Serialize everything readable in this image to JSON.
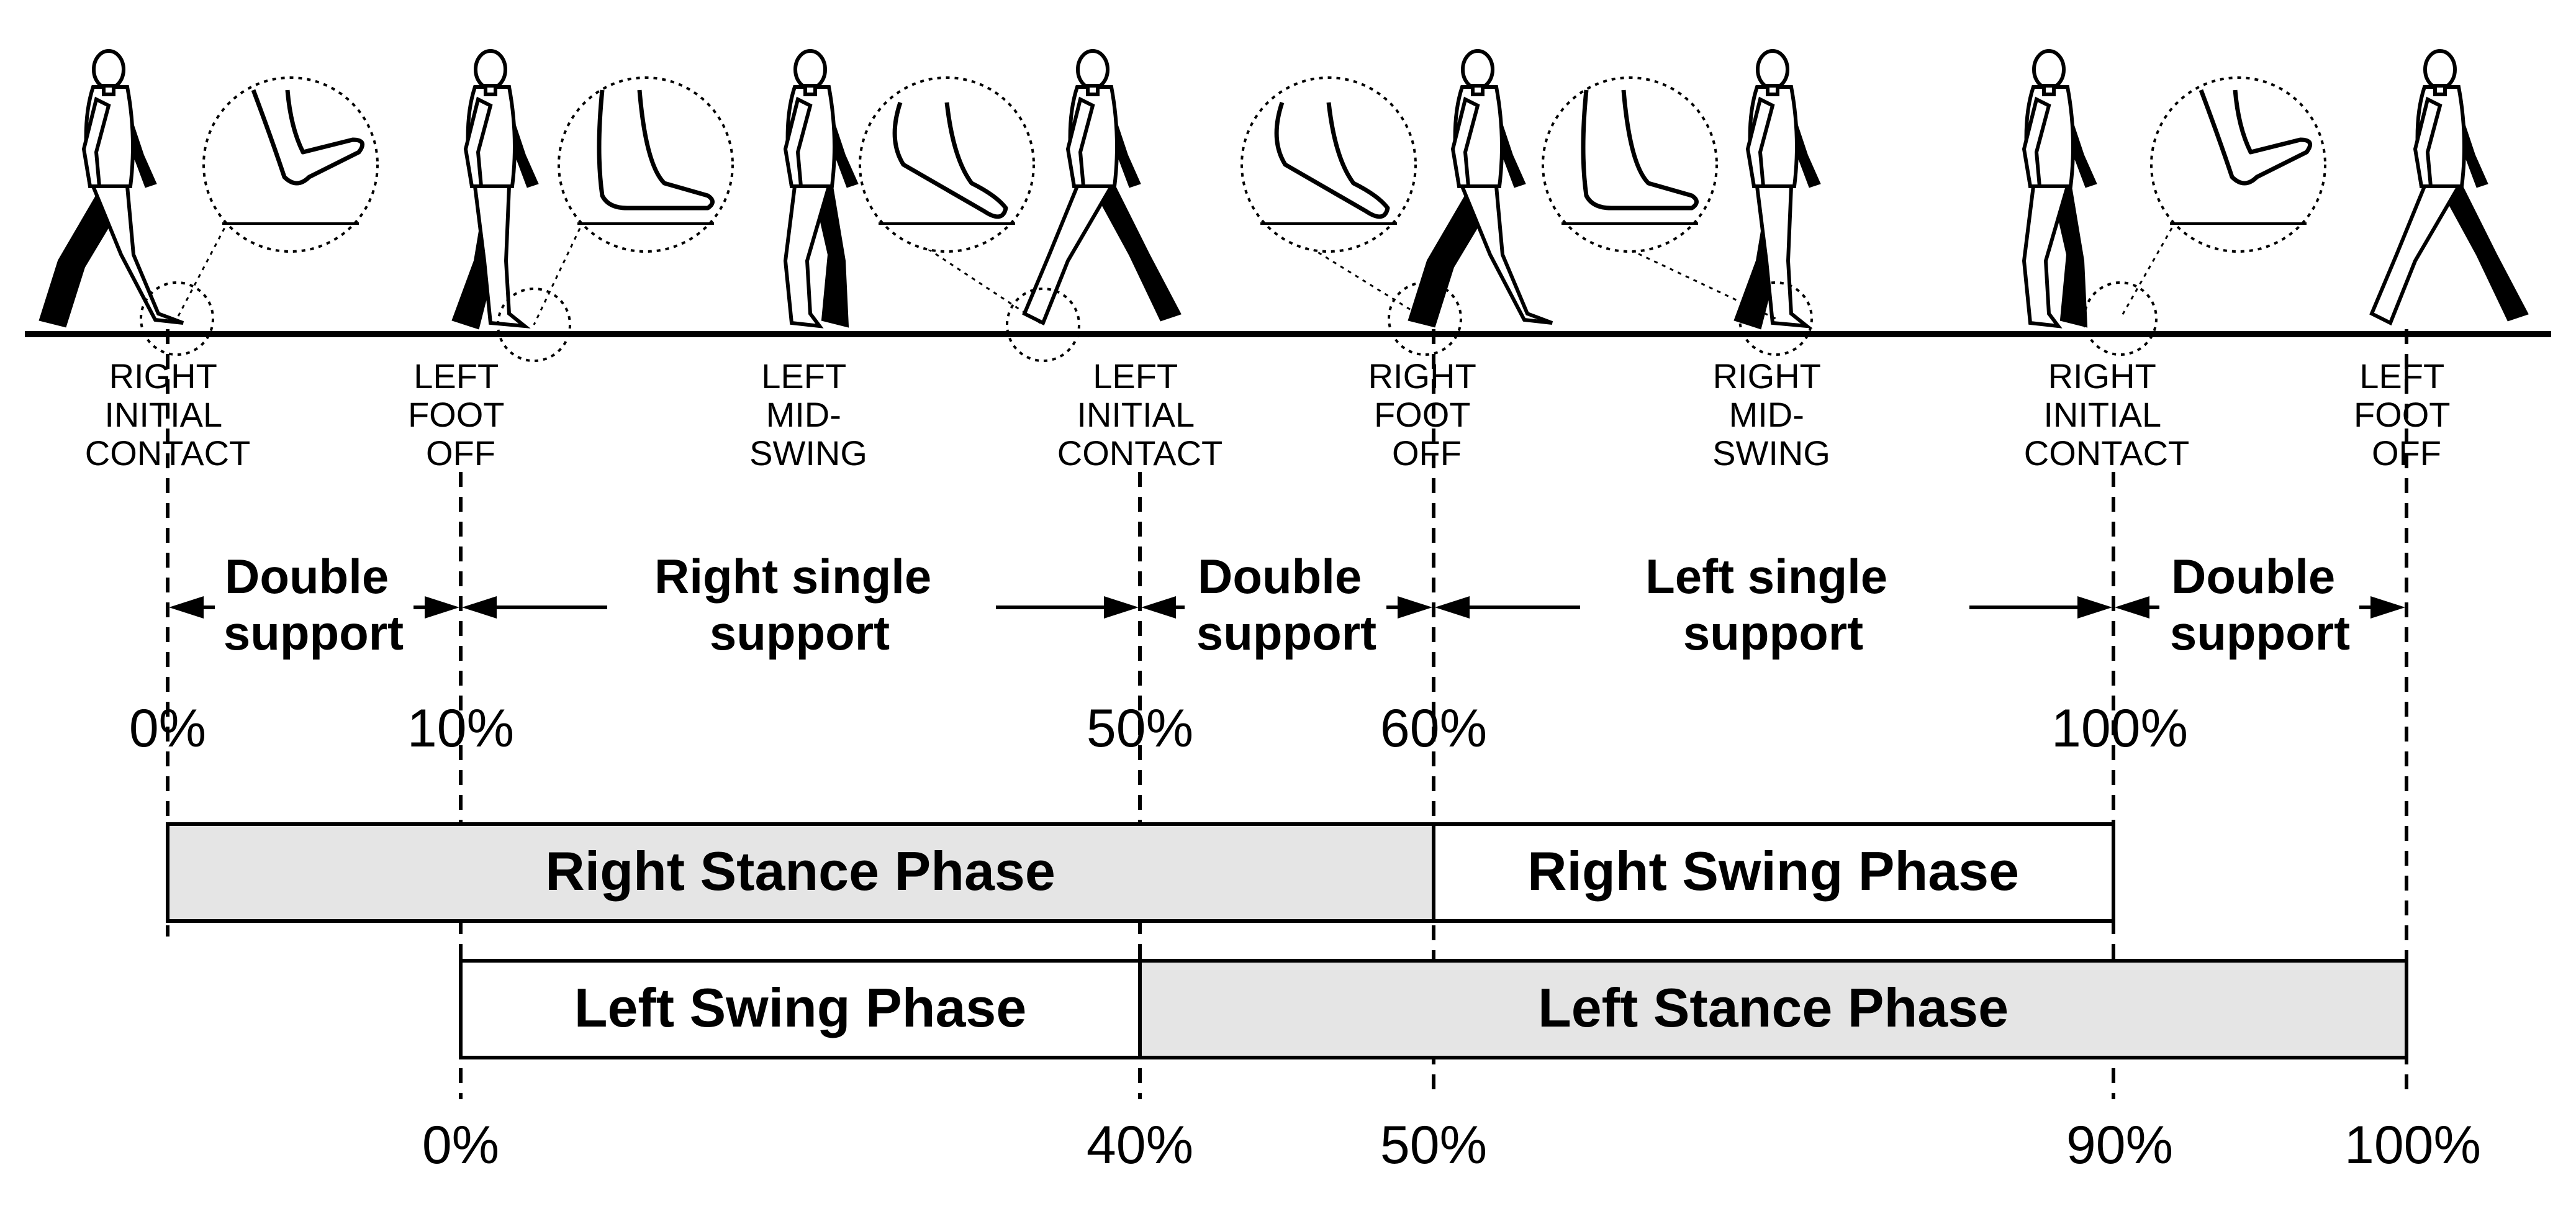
{
  "events": [
    {
      "lines": [
        "RIGHT",
        "INITIAL",
        "CONTACT"
      ],
      "icon": "walking-figure-icon",
      "zoom": "heel-strike-foot"
    },
    {
      "lines": [
        "LEFT",
        "FOOT",
        "OFF"
      ],
      "icon": "walking-figure-icon",
      "zoom": "flat-foot"
    },
    {
      "lines": [
        "LEFT",
        "MID-",
        "SWING"
      ],
      "icon": "walking-figure-icon",
      "zoom": "toe-off-foot"
    },
    {
      "lines": [
        "LEFT",
        "INITIAL",
        "CONTACT"
      ],
      "icon": "walking-figure-icon",
      "zoom": null
    },
    {
      "lines": [
        "RIGHT",
        "FOOT",
        "OFF"
      ],
      "icon": "walking-figure-icon",
      "zoom": "toe-off-foot"
    },
    {
      "lines": [
        "RIGHT",
        "MID-",
        "SWING"
      ],
      "icon": "walking-figure-icon",
      "zoom": "flat-foot"
    },
    {
      "lines": [
        "RIGHT",
        "INITIAL",
        "CONTACT"
      ],
      "icon": "walking-figure-icon",
      "zoom": "heel-strike-foot"
    },
    {
      "lines": [
        "LEFT",
        "FOOT",
        "OFF"
      ],
      "icon": "walking-figure-icon",
      "zoom": null
    }
  ],
  "support": [
    {
      "lines": [
        "Double",
        "support"
      ]
    },
    {
      "lines": [
        "Right single",
        "support"
      ]
    },
    {
      "lines": [
        "Double",
        "support"
      ]
    },
    {
      "lines": [
        "Left single",
        "support"
      ]
    },
    {
      "lines": [
        "Double",
        "support"
      ]
    }
  ],
  "upper_percents": [
    "0%",
    "10%",
    "50%",
    "60%",
    "100%"
  ],
  "phases": {
    "right": [
      {
        "label": "Right Stance Phase",
        "shaded": true
      },
      {
        "label": "Right Swing Phase",
        "shaded": false
      }
    ],
    "left": [
      {
        "label": "Left Swing Phase",
        "shaded": false
      },
      {
        "label": "Left Stance Phase",
        "shaded": true
      }
    ]
  },
  "lower_percents": [
    "0%",
    "40%",
    "50%",
    "90%",
    "100%"
  ],
  "colors": {
    "ink": "#000000",
    "shade": "#e5e5e5",
    "background": "#ffffff"
  }
}
